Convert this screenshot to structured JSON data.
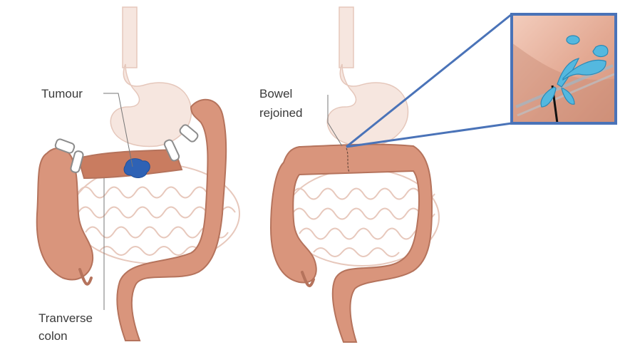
{
  "labels": {
    "tumour": "Tumour",
    "transverse_line1": "Tranverse",
    "transverse_line2": "colon",
    "bowel_line1": "Bowel",
    "bowel_line2": "rejoined"
  },
  "colors": {
    "colon": "#d9957c",
    "colon_outline": "#b5735c",
    "transverse": "#c97c60",
    "stomach": "#f6e6df",
    "small_intestine_fill": "#ffffff",
    "small_intestine_line": "#e7c8bc",
    "tumour": "#2e62b5",
    "callout_frame": "#4a73b8",
    "inset_bg": "#e9b8a4",
    "water": "#54b8df"
  },
  "icons": {
    "clamp": "clamp-icon",
    "water_splash": "water-splash-icon"
  }
}
